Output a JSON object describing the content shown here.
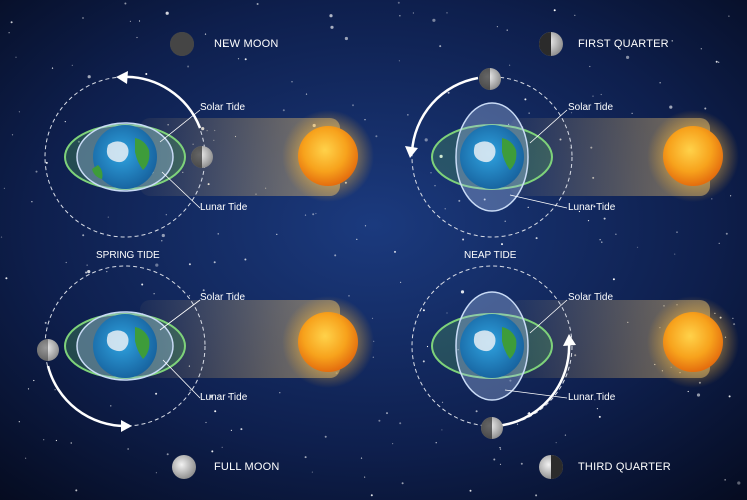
{
  "phases": {
    "new_moon": "NEW MOON",
    "first_quarter": "FIRST QUARTER",
    "full_moon": "FULL MOON",
    "third_quarter": "THIRD QUARTER"
  },
  "tide_types": {
    "spring": "SPRING TIDE",
    "neap": "NEAP TIDE"
  },
  "tide_labels": {
    "solar": "Solar Tide",
    "lunar": "Lunar Tide"
  },
  "colors": {
    "space": "#0b1634",
    "sun": "#f7a21c",
    "earth_ocean": "#1f8fd1",
    "earth_land": "#3e9c3a",
    "solar_tide": "#5fbf5a",
    "lunar_tide": "#a8c4ef",
    "sun_beam": "#d9b56e"
  },
  "icons": {
    "moon": "moon-icon",
    "sun": "sun-icon",
    "earth": "earth-icon"
  }
}
